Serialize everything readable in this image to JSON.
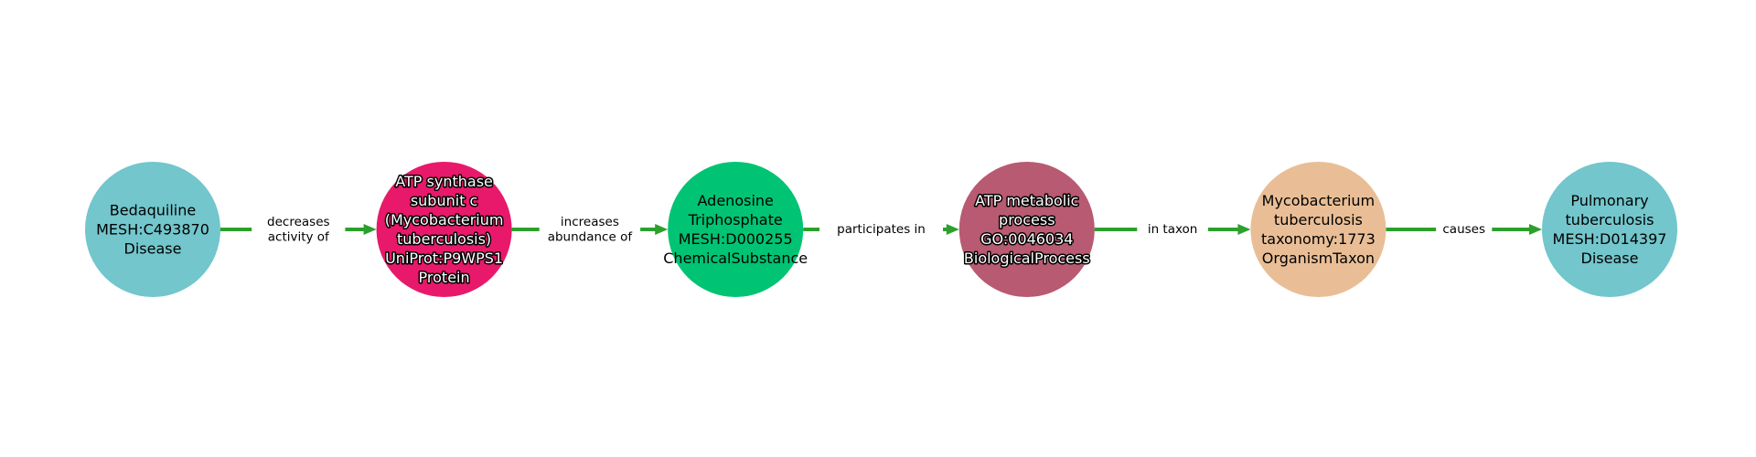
{
  "diagram": {
    "nodes": [
      {
        "lines": [
          "Bedaquiline",
          "MESH:C493870",
          "Disease"
        ],
        "color": "#72c6cc",
        "text_color": "#000000",
        "halo": false
      },
      {
        "lines": [
          "ATP synthase",
          "subunit c",
          "(Mycobacterium",
          "tuberculosis)",
          "UniProt:P9WPS1",
          "Protein"
        ],
        "color": "#e8196a",
        "text_color": "#ffffff",
        "halo": true
      },
      {
        "lines": [
          "Adenosine",
          "Triphosphate",
          "MESH:D000255",
          "ChemicalSubstance"
        ],
        "color": "#00c473",
        "text_color": "#000000",
        "halo": false
      },
      {
        "lines": [
          "ATP metabolic",
          "process",
          "GO:0046034",
          "BiologicalProcess"
        ],
        "color": "#b85a71",
        "text_color": "#ffffff",
        "halo": true
      },
      {
        "lines": [
          "Mycobacterium",
          "tuberculosis",
          "taxonomy:1773",
          "OrganismTaxon"
        ],
        "color": "#e9be96",
        "text_color": "#000000",
        "halo": false
      },
      {
        "lines": [
          "Pulmonary",
          "tuberculosis",
          "MESH:D014397",
          "Disease"
        ],
        "color": "#72c6cc",
        "text_color": "#000000",
        "halo": false
      }
    ],
    "edges": [
      {
        "lines": [
          "decreases",
          "activity of"
        ]
      },
      {
        "lines": [
          "increases",
          "abundance of"
        ]
      },
      {
        "lines": [
          "participates in"
        ]
      },
      {
        "lines": [
          "in taxon"
        ]
      },
      {
        "lines": [
          "causes"
        ]
      }
    ],
    "edge_color": "#2ca02c"
  }
}
